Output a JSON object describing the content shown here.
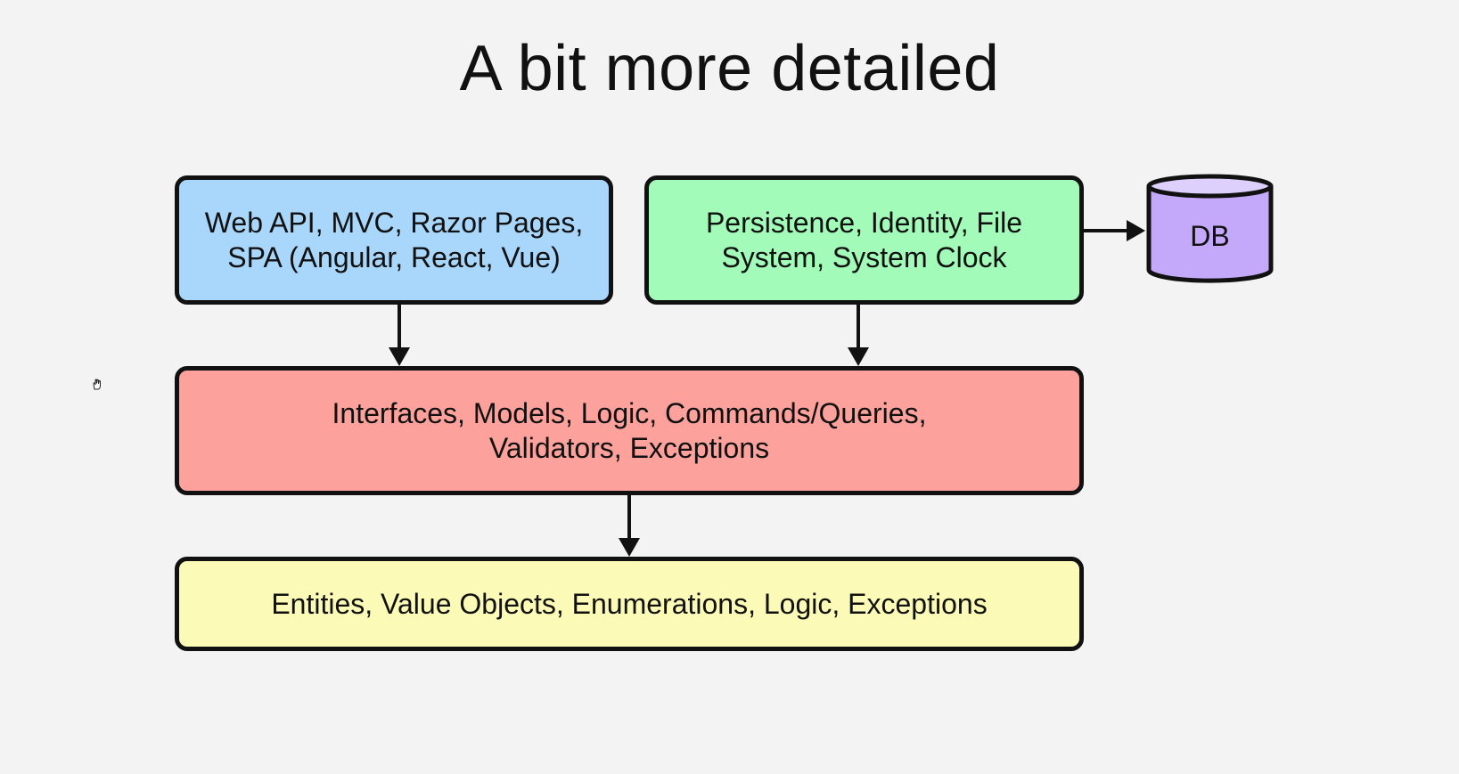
{
  "title": "A bit more detailed",
  "boxes": {
    "presentation": "Web API, MVC, Razor Pages,\nSPA (Angular, React, Vue)",
    "infrastructure": "Persistence, Identity, File\nSystem, System Clock",
    "application": "Interfaces, Models, Logic, Commands/Queries,\nValidators, Exceptions",
    "domain": "Entities, Value Objects, Enumerations, Logic, Exceptions"
  },
  "database": {
    "label": "DB"
  },
  "colors": {
    "background": "#f3f3f3",
    "presentation": "#a9d6fb",
    "infrastructure": "#a2fbb8",
    "application": "#fca19b",
    "domain": "#fbfbb7",
    "database": "#c4a8f9",
    "database_top": "#ddd0fc",
    "border": "#111111"
  },
  "icons": {
    "cursor": "hand-cursor-icon",
    "arrow": "arrow-down-icon"
  }
}
